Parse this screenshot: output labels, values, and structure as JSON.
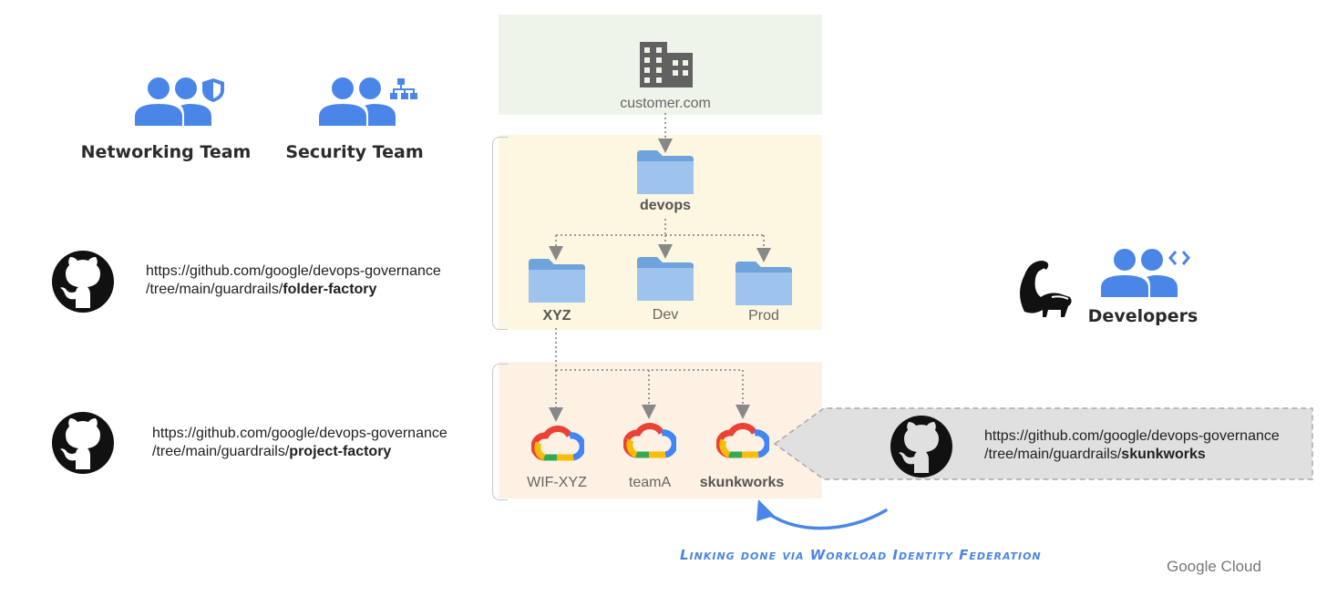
{
  "teams": {
    "networking": "Networking Team",
    "security": "Security Team",
    "developers": "Developers"
  },
  "org": {
    "domain": "customer.com"
  },
  "folders": {
    "root": "devops",
    "children": [
      "XYZ",
      "Dev",
      "Prod"
    ]
  },
  "projects": [
    "WIF-XYZ",
    "teamA",
    "skunkworks"
  ],
  "repos": {
    "folder_factory": {
      "line1": "https://github.com/google/devops-governance",
      "line2_prefix": "/tree/main/guardrails/",
      "line2_bold": "folder-factory"
    },
    "project_factory": {
      "line1": "https://github.com/google/devops-governance",
      "line2_prefix": "/tree/main/guardrails/",
      "line2_bold": "project-factory"
    },
    "skunkworks": {
      "line1": "https://github.com/google/devops-governance",
      "line2_prefix": "/tree/main/guardrails/",
      "line2_bold": "skunkworks"
    }
  },
  "footnote": "Linking done via Workload Identity Federation",
  "brand": "Google Cloud",
  "colors": {
    "team_blue": "#4a86e8",
    "org_band": "#eef4ea",
    "folder_band": "#fdf6e0",
    "project_band": "#fdf1e4",
    "folder_blue": "#8db8e8",
    "callout_gray": "#e0e0e0"
  }
}
